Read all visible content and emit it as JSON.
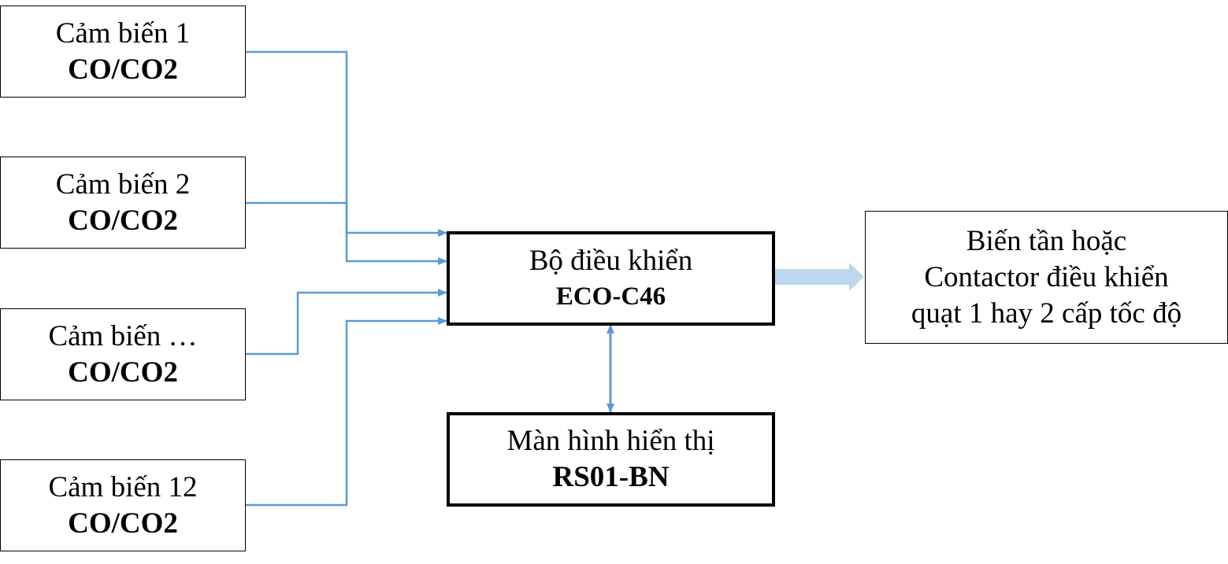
{
  "sensors": [
    {
      "name": "Cảm biến 1",
      "type": "CO/CO2"
    },
    {
      "name": "Cảm biến 2",
      "type": "CO/CO2"
    },
    {
      "name": "Cảm biến …",
      "type": "CO/CO2"
    },
    {
      "name": "Cảm biến 12",
      "type": "CO/CO2"
    }
  ],
  "controller": {
    "label": "Bộ điều khiển",
    "model": "ECO-C46"
  },
  "display": {
    "label": "Màn hình hiển thị",
    "model": "RS01-BN"
  },
  "output": {
    "line1": "Biến tần hoặc",
    "line2": "Contactor điều khiển",
    "line3": "quạt 1 hay 2 cấp tốc độ"
  },
  "colors": {
    "connector": "#5b9bd5",
    "output_arrow": "#bdd7ee"
  }
}
